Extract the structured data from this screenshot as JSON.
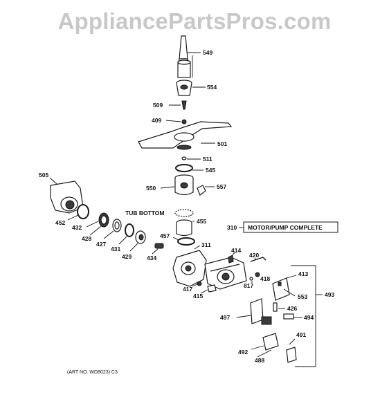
{
  "watermark": "AppliancePartsPros.com",
  "labels": {
    "p549": "549",
    "p554": "554",
    "p509": "509",
    "p409": "409",
    "p501": "501",
    "p511": "511",
    "p545": "545",
    "p550": "550",
    "p557": "557",
    "p505": "505",
    "tub_bottom": "TUB BOTTOM",
    "p455": "455",
    "p452": "452",
    "p432": "432",
    "p428": "428",
    "p427": "427",
    "p431": "431",
    "p429": "429",
    "p434": "434",
    "p457": "457",
    "p311": "311",
    "p310": "310",
    "motor_pump": "MOTOR/PUMP COMPLETE",
    "p414": "414",
    "p420": "420",
    "p418": "418",
    "p817": "817",
    "p413": "413",
    "p553": "553",
    "p493": "493",
    "p417": "417",
    "p415": "415",
    "p426": "426",
    "p497": "497",
    "p494": "494",
    "p491": "491",
    "p492": "492",
    "p488": "488"
  },
  "footer": "(ART NO. WD8023) C3"
}
